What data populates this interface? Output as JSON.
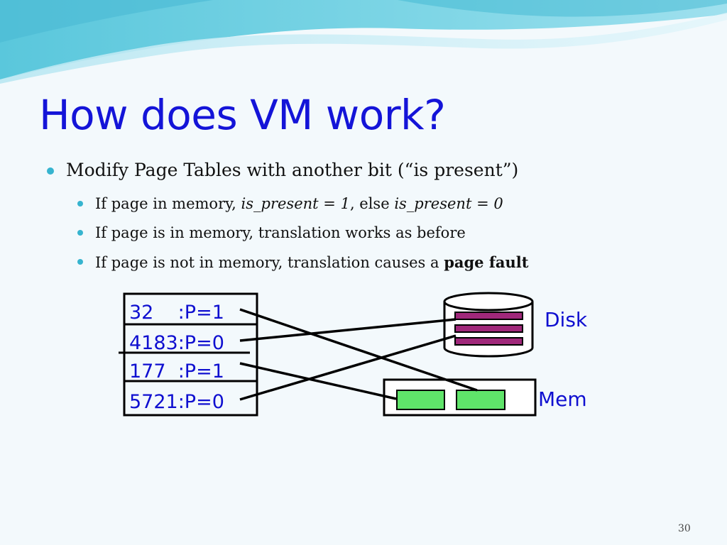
{
  "slide": {
    "title": "How does VM work?",
    "bullet_main": "Modify Page Tables with another bit (“is present”)",
    "sub1": {
      "a": "If page in memory, ",
      "b": "is_present",
      "c": " = ",
      "d": "1",
      "e": ", else ",
      "f": "is_present",
      "g": " = ",
      "h": "0"
    },
    "sub2": "If page is in memory, translation works as before",
    "sub3": {
      "a": "If page is not in memory, translation causes a ",
      "b": "page fault"
    },
    "page_number": "30"
  },
  "diagram": {
    "table_rows": [
      {
        "text": "32    :P=1"
      },
      {
        "text": "4183:P=0"
      },
      {
        "text": "177  :P=1"
      },
      {
        "text": "5721:P=0"
      }
    ],
    "disk_label": "Disk",
    "mem_label": "Mem",
    "colors": {
      "table_text": "#0f0fd0",
      "disk_stripe": "#a0287a",
      "mem_block": "#5fe46a",
      "title": "#1414d8",
      "bullet": "#36b4cf"
    }
  }
}
